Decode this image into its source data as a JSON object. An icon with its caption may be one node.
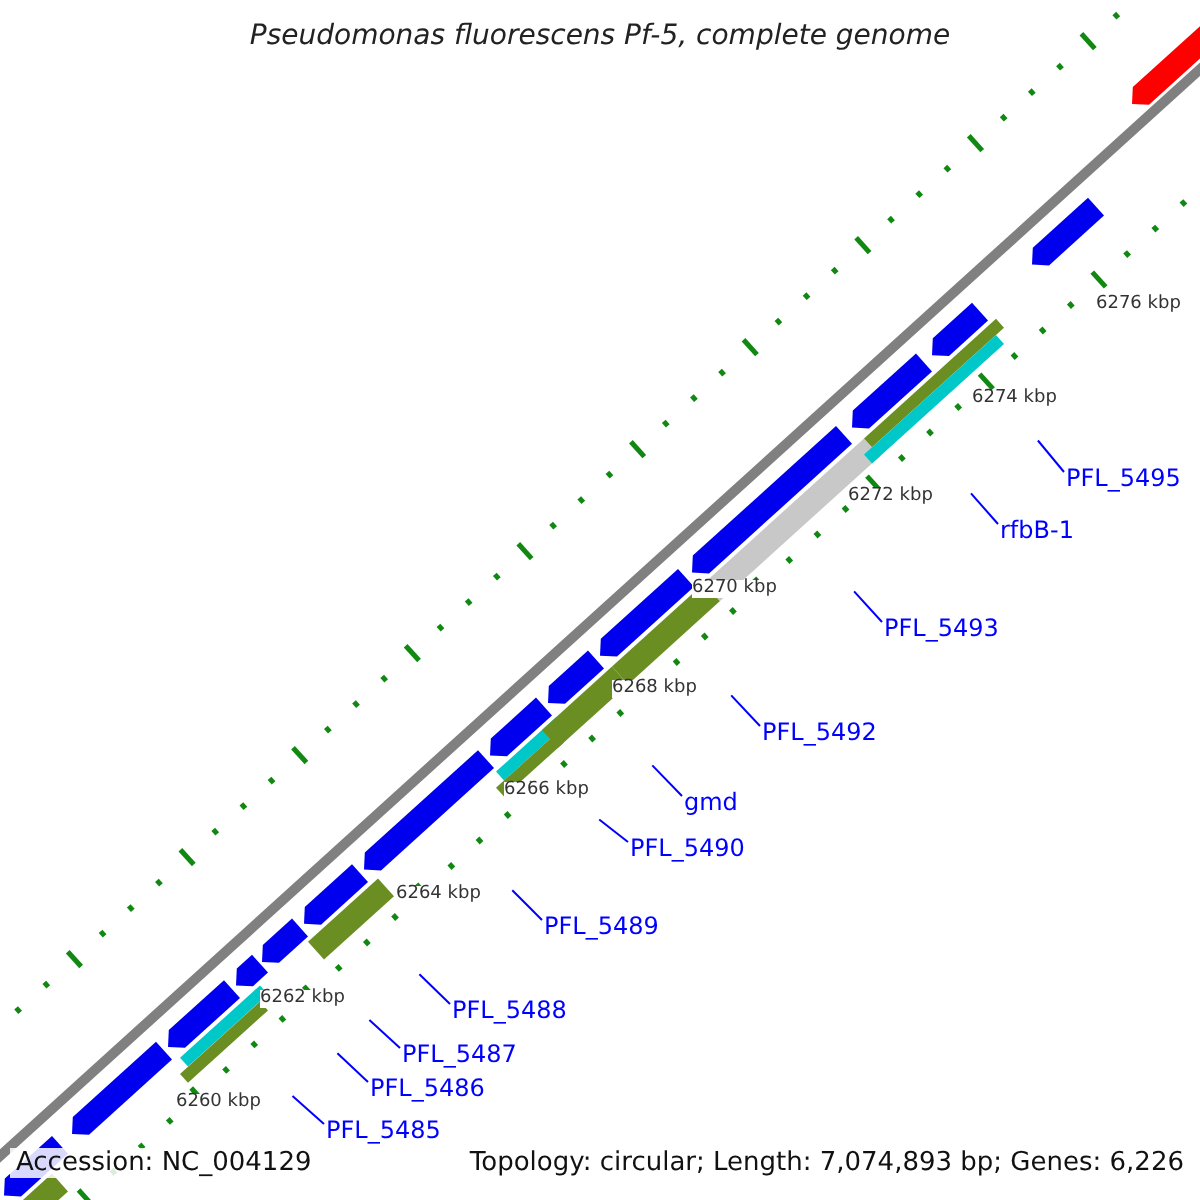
{
  "diagram": {
    "title": "Pseudomonas fluorescens Pf-5, complete genome",
    "nodes": [
      {
        "text": [
          "PFL_5495"
        ]
      },
      {
        "text": [
          "rfbB-1"
        ]
      },
      {
        "text": [
          "PFL_5493"
        ]
      },
      {
        "text": [
          "PFL_5492"
        ]
      },
      {
        "text": [
          "gmd"
        ]
      },
      {
        "text": [
          "PFL_5490"
        ]
      },
      {
        "text": [
          "PFL_5489"
        ]
      },
      {
        "text": [
          "PFL_5488"
        ]
      },
      {
        "text": [
          "PFL_5487"
        ]
      },
      {
        "text": [
          "PFL_5486"
        ]
      },
      {
        "text": [
          "PFL_5485"
        ]
      }
    ],
    "edges": [
      {
        "from": 0,
        "to": null,
        "arrow": "none"
      },
      {
        "from": 1,
        "to": null,
        "arrow": "none"
      },
      {
        "from": 2,
        "to": null,
        "arrow": "none"
      },
      {
        "from": 3,
        "to": null,
        "arrow": "none"
      },
      {
        "from": 4,
        "to": null,
        "arrow": "none"
      },
      {
        "from": 5,
        "to": null,
        "arrow": "none"
      },
      {
        "from": 6,
        "to": null,
        "arrow": "none"
      },
      {
        "from": 7,
        "to": null,
        "arrow": "none"
      },
      {
        "from": 8,
        "to": null,
        "arrow": "none"
      },
      {
        "from": 9,
        "to": null,
        "arrow": "none"
      },
      {
        "from": 10,
        "to": null,
        "arrow": "none"
      }
    ],
    "labels": [
      "6276 kbp",
      "6274 kbp",
      "6272 kbp",
      "6270 kbp",
      "6268 kbp",
      "6266 kbp",
      "6264 kbp",
      "6262 kbp",
      "6260 kbp",
      "Accession: NC_004129",
      "Topology: circular; Length: 7,074,893 bp; Genes: 6,226"
    ]
  }
}
